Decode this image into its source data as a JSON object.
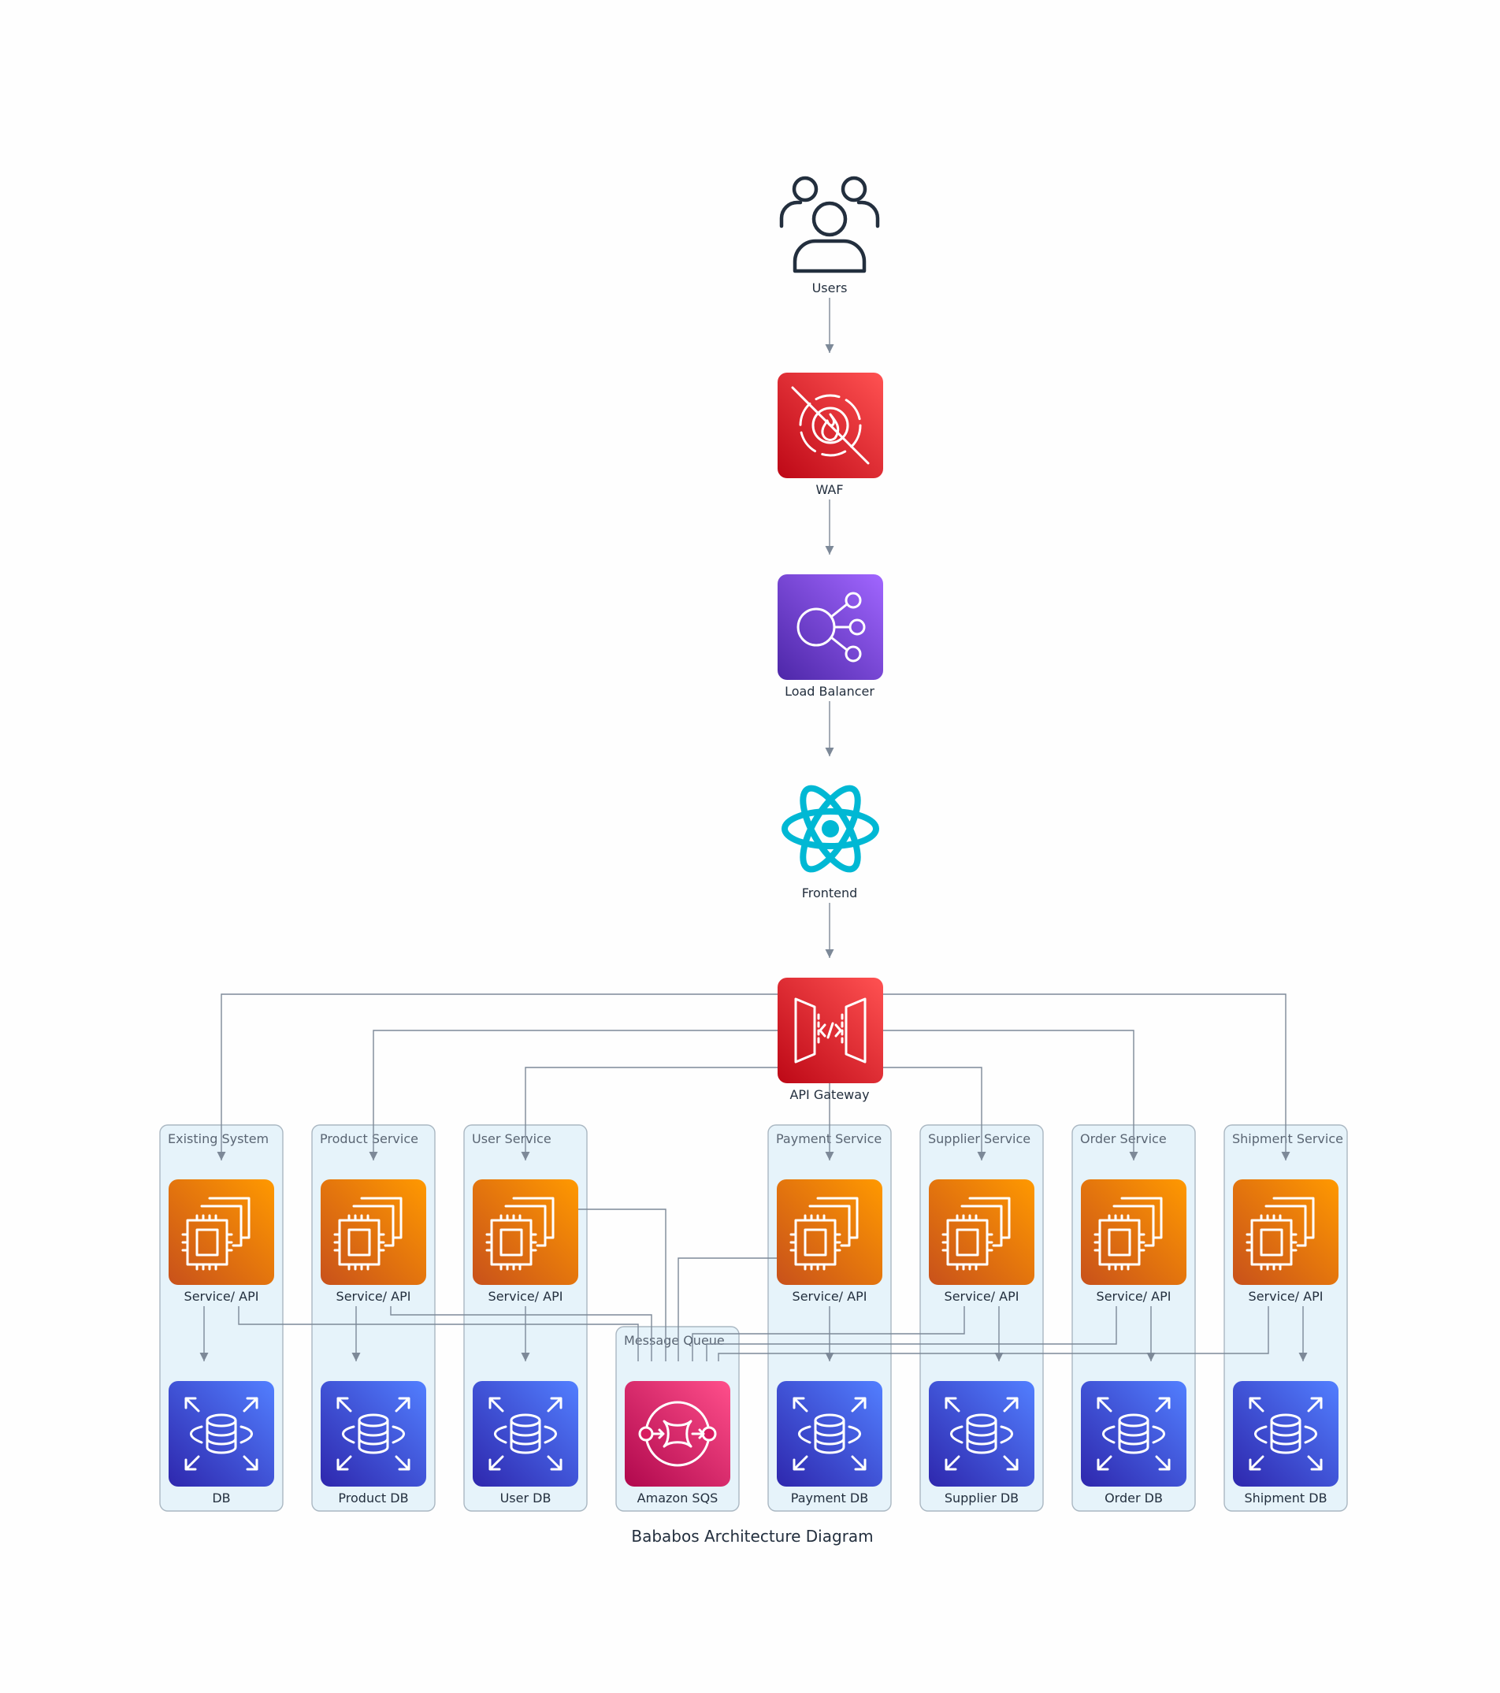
{
  "title": "Bababos Architecture Diagram",
  "colors": {
    "waf": "#e7262e",
    "load_balancer": "#7f43d4",
    "frontend": "#00b8d4",
    "api_gateway": "#e7262e",
    "compute": "#ef7d0d",
    "database": "#3f52cf",
    "queue": "#e7246d",
    "cluster_fill": "#e6f3fa",
    "edge": "#7d8998"
  },
  "nodes": {
    "users": "Users",
    "waf": "WAF",
    "load_balancer": "Load Balancer",
    "frontend": "Frontend",
    "api_gateway": "API Gateway"
  },
  "clusters": [
    {
      "name": "Existing System",
      "service": "Service/ API",
      "db": "DB"
    },
    {
      "name": "Product Service",
      "service": "Service/ API",
      "db": "Product DB"
    },
    {
      "name": "User Service",
      "service": "Service/ API",
      "db": "User DB"
    },
    {
      "name": "Message Queue",
      "queue": "Amazon SQS"
    },
    {
      "name": "Payment Service",
      "service": "Service/ API",
      "db": "Payment DB"
    },
    {
      "name": "Supplier Service",
      "service": "Service/ API",
      "db": "Supplier DB"
    },
    {
      "name": "Order Service",
      "service": "Service/ API",
      "db": "Order DB"
    },
    {
      "name": "Shipment Service",
      "service": "Service/ API",
      "db": "Shipment DB"
    }
  ],
  "icons": {
    "users": "users-icon",
    "waf": "firewall-icon",
    "load_balancer": "load-balancer-icon",
    "frontend": "react-icon",
    "api_gateway": "api-gateway-icon",
    "service": "ec2-instances-icon",
    "db": "rds-database-icon",
    "queue": "sqs-queue-icon"
  },
  "edges": [
    [
      "Users",
      "WAF"
    ],
    [
      "WAF",
      "Load Balancer"
    ],
    [
      "Load Balancer",
      "Frontend"
    ],
    [
      "Frontend",
      "API Gateway"
    ],
    [
      "API Gateway",
      "Existing System"
    ],
    [
      "API Gateway",
      "Product Service"
    ],
    [
      "API Gateway",
      "User Service"
    ],
    [
      "API Gateway",
      "Payment Service"
    ],
    [
      "API Gateway",
      "Supplier Service"
    ],
    [
      "API Gateway",
      "Order Service"
    ],
    [
      "API Gateway",
      "Shipment Service"
    ],
    [
      "Service/ API",
      "DB"
    ],
    [
      "Service/ API",
      "Amazon SQS"
    ]
  ]
}
